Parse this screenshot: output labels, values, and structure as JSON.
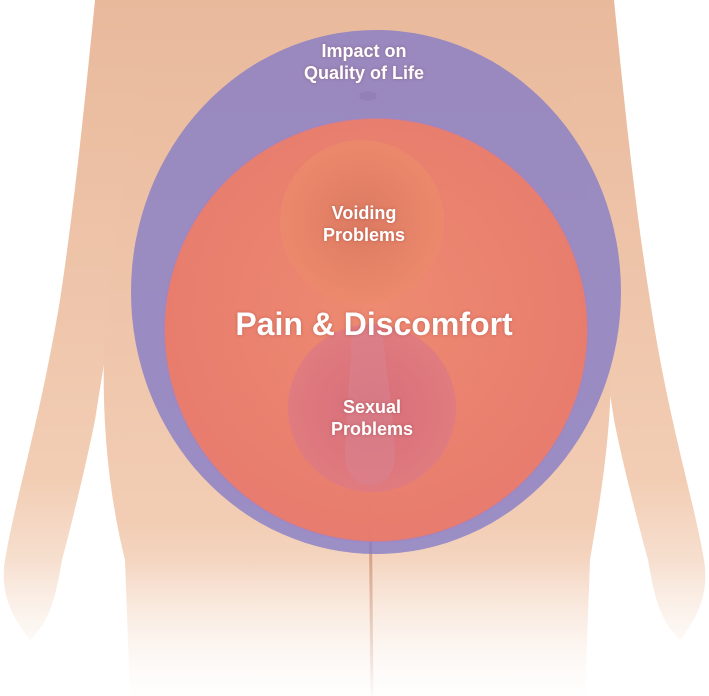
{
  "diagram": {
    "impact_label": [
      "Impact on",
      "Quality of Life"
    ],
    "voiding_label": [
      "Voiding",
      "Problems"
    ],
    "pain_label": "Pain & Discomfort",
    "sexual_label": [
      "Sexual",
      "Problems"
    ]
  },
  "colors": {
    "outer_ring": "#7f79c8",
    "pain_area": "#f28466",
    "voiding_area": "#e9846a",
    "sexual_area": "#d8707e",
    "skin": "#f0c9ae",
    "label_text": "#ffffff"
  }
}
